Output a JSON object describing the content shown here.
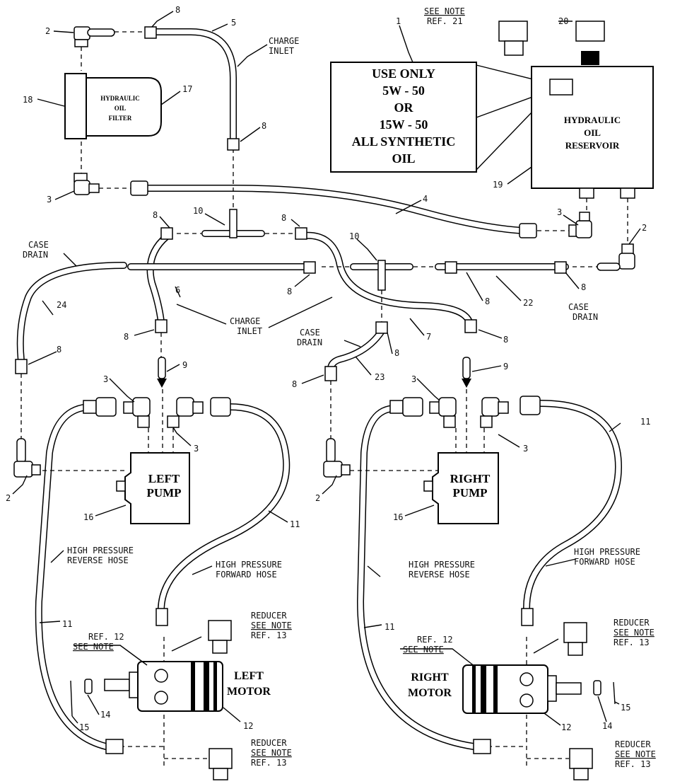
{
  "note_box": {
    "line1": "USE ONLY",
    "line2": "5W - 50",
    "line3": "OR",
    "line4": "15W - 50",
    "line5": "ALL SYNTHETIC",
    "line6": "OIL"
  },
  "reservoir": {
    "line1": "HYDRAULIC",
    "line2": "OIL",
    "line3": "RESERVOIR"
  },
  "filter": {
    "line1": "HYDRAULIC",
    "line2": "OIL",
    "line3": "FILTER"
  },
  "left_pump": {
    "line1": "LEFT",
    "line2": "PUMP"
  },
  "right_pump": {
    "line1": "RIGHT",
    "line2": "PUMP"
  },
  "left_motor": {
    "line1": "LEFT",
    "line2": "MOTOR"
  },
  "right_motor": {
    "line1": "RIGHT",
    "line2": "MOTOR"
  },
  "see_note_top": {
    "line1": "SEE NOTE",
    "line2": "REF. 21"
  },
  "charge_inlet": {
    "line1": "CHARGE",
    "line2": "INLET"
  },
  "case_drain": {
    "line1": "CASE",
    "line2": "DRAIN"
  },
  "hp_reverse": {
    "line1": "HIGH PRESSURE",
    "line2": "REVERSE HOSE"
  },
  "hp_forward": {
    "line1": "HIGH PRESSURE",
    "line2": "FORWARD HOSE"
  },
  "reducer": {
    "line1": "REDUCER",
    "line2": "SEE NOTE",
    "line3": "REF. 13"
  },
  "ref12": {
    "line1": "REF. 12",
    "line2": "SEE NOTE"
  },
  "callouts": {
    "n1": "1",
    "n2": "2",
    "n3": "3",
    "n4": "4",
    "n5": "5",
    "n6": "6",
    "n7": "7",
    "n8": "8",
    "n9": "9",
    "n10": "10",
    "n11": "11",
    "n12": "12",
    "n14": "14",
    "n15": "15",
    "n16": "16",
    "n17": "17",
    "n18": "18",
    "n19": "19",
    "n20": "20",
    "n22": "22",
    "n23": "23",
    "n24": "24"
  }
}
